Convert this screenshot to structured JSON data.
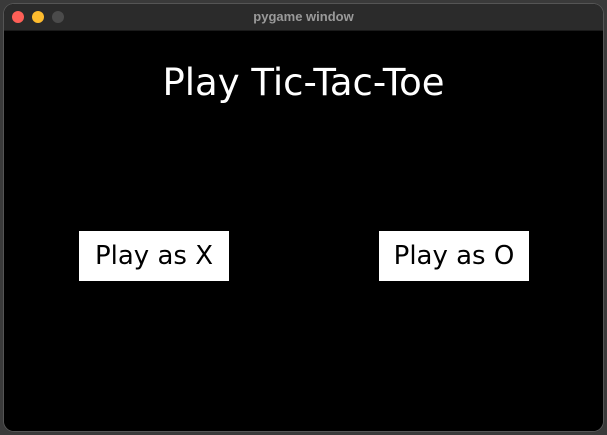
{
  "window": {
    "title": "pygame window"
  },
  "game": {
    "heading": "Play Tic-Tac-Toe",
    "buttons": {
      "play_x": "Play as X",
      "play_o": "Play as O"
    }
  },
  "colors": {
    "background": "#000000",
    "text": "#ffffff",
    "button_bg": "#ffffff",
    "button_text": "#000000"
  }
}
